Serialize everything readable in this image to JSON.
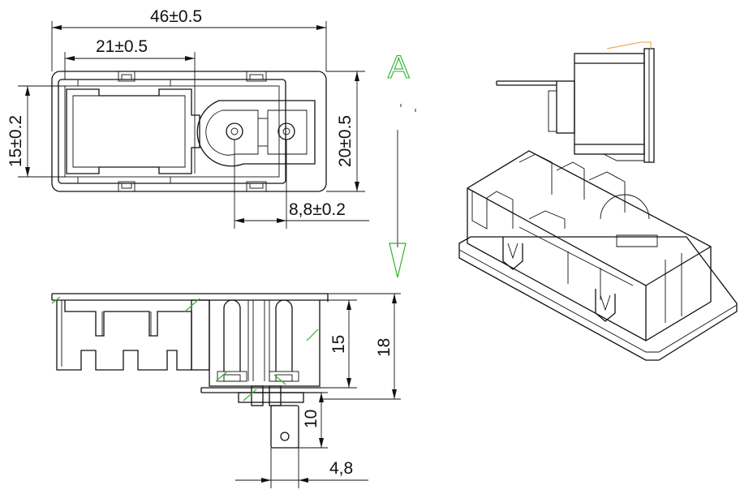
{
  "view_label": "A",
  "dimensions": {
    "overall_width": "46±0.5",
    "inner_width": "21±0.5",
    "left_height": "15±0.2",
    "right_height": "20±0.5",
    "pin_spacing": "8,8±0.2",
    "body_depth": "15",
    "total_depth": "18",
    "terminal_length": "10",
    "terminal_width": "4,8"
  },
  "colors": {
    "line": "#111111",
    "accent_green": "#2db52d",
    "accent_orange": "#e8a040"
  }
}
